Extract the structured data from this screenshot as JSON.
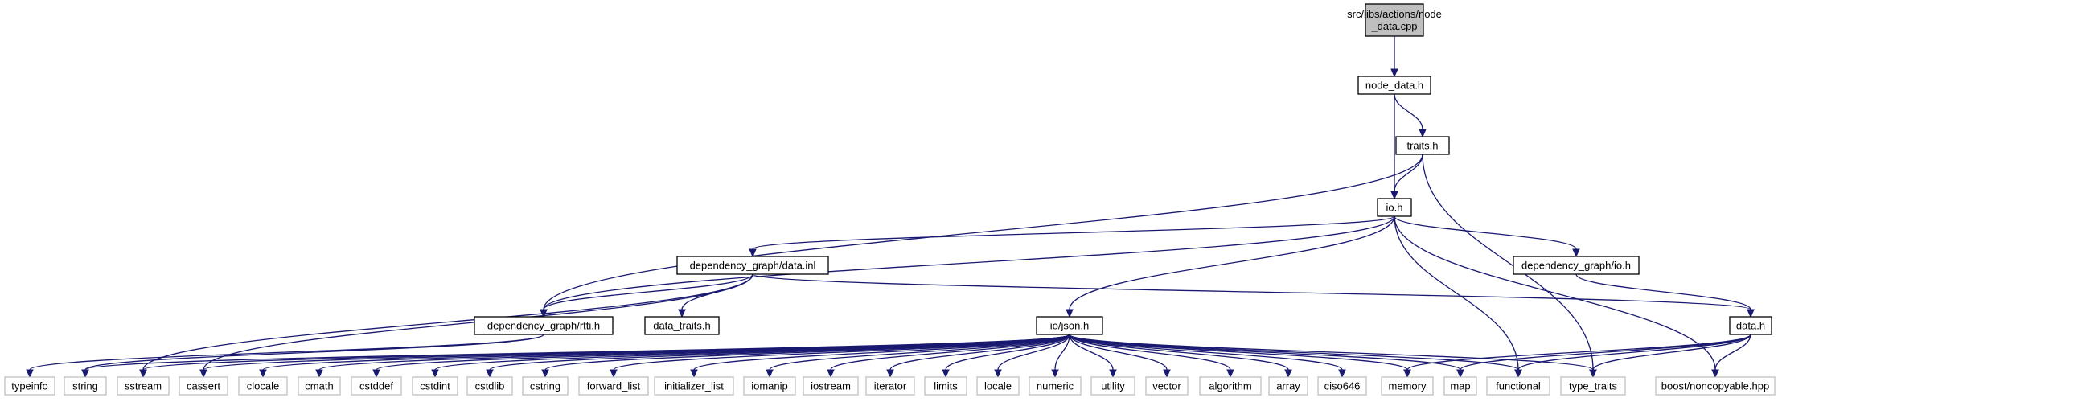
{
  "diagram": {
    "nodes": [
      {
        "id": "root",
        "label": [
          "src/libs/actions/node",
          "_data.cpp"
        ],
        "kind": "root"
      },
      {
        "id": "node_data",
        "label": [
          "node_data.h"
        ],
        "kind": "local"
      },
      {
        "id": "traits",
        "label": [
          "traits.h"
        ],
        "kind": "local"
      },
      {
        "id": "io",
        "label": [
          "io.h"
        ],
        "kind": "local"
      },
      {
        "id": "dg_data_inl",
        "label": [
          "dependency_graph/data.inl"
        ],
        "kind": "local"
      },
      {
        "id": "dg_io",
        "label": [
          "dependency_graph/io.h"
        ],
        "kind": "local"
      },
      {
        "id": "dg_rtti",
        "label": [
          "dependency_graph/rtti.h"
        ],
        "kind": "local"
      },
      {
        "id": "data_traits",
        "label": [
          "data_traits.h"
        ],
        "kind": "local"
      },
      {
        "id": "io_json",
        "label": [
          "io/json.h"
        ],
        "kind": "local"
      },
      {
        "id": "data",
        "label": [
          "data.h"
        ],
        "kind": "local"
      },
      {
        "id": "typeinfo",
        "label": [
          "typeinfo"
        ],
        "kind": "system"
      },
      {
        "id": "string",
        "label": [
          "string"
        ],
        "kind": "system"
      },
      {
        "id": "sstream",
        "label": [
          "sstream"
        ],
        "kind": "system"
      },
      {
        "id": "cassert",
        "label": [
          "cassert"
        ],
        "kind": "system"
      },
      {
        "id": "clocale",
        "label": [
          "clocale"
        ],
        "kind": "system"
      },
      {
        "id": "cmath",
        "label": [
          "cmath"
        ],
        "kind": "system"
      },
      {
        "id": "cstddef",
        "label": [
          "cstddef"
        ],
        "kind": "system"
      },
      {
        "id": "cstdint",
        "label": [
          "cstdint"
        ],
        "kind": "system"
      },
      {
        "id": "cstdlib",
        "label": [
          "cstdlib"
        ],
        "kind": "system"
      },
      {
        "id": "cstring",
        "label": [
          "cstring"
        ],
        "kind": "system"
      },
      {
        "id": "forward_list",
        "label": [
          "forward_list"
        ],
        "kind": "system"
      },
      {
        "id": "initializer_list",
        "label": [
          "initializer_list"
        ],
        "kind": "system"
      },
      {
        "id": "iomanip",
        "label": [
          "iomanip"
        ],
        "kind": "system"
      },
      {
        "id": "iostream",
        "label": [
          "iostream"
        ],
        "kind": "system"
      },
      {
        "id": "iterator",
        "label": [
          "iterator"
        ],
        "kind": "system"
      },
      {
        "id": "limits",
        "label": [
          "limits"
        ],
        "kind": "system"
      },
      {
        "id": "locale",
        "label": [
          "locale"
        ],
        "kind": "system"
      },
      {
        "id": "numeric",
        "label": [
          "numeric"
        ],
        "kind": "system"
      },
      {
        "id": "utility",
        "label": [
          "utility"
        ],
        "kind": "system"
      },
      {
        "id": "vector",
        "label": [
          "vector"
        ],
        "kind": "system"
      },
      {
        "id": "algorithm",
        "label": [
          "algorithm"
        ],
        "kind": "system"
      },
      {
        "id": "array",
        "label": [
          "array"
        ],
        "kind": "system"
      },
      {
        "id": "ciso646",
        "label": [
          "ciso646"
        ],
        "kind": "system"
      },
      {
        "id": "memory",
        "label": [
          "memory"
        ],
        "kind": "system"
      },
      {
        "id": "map",
        "label": [
          "map"
        ],
        "kind": "system"
      },
      {
        "id": "functional",
        "label": [
          "functional"
        ],
        "kind": "system"
      },
      {
        "id": "type_traits",
        "label": [
          "type_traits"
        ],
        "kind": "system"
      },
      {
        "id": "boost_noncopyable",
        "label": [
          "boost/noncopyable.hpp"
        ],
        "kind": "system"
      }
    ],
    "edges": [
      [
        "root",
        "node_data"
      ],
      [
        "node_data",
        "traits"
      ],
      [
        "node_data",
        "io"
      ],
      [
        "traits",
        "io"
      ],
      [
        "traits",
        "dg_rtti"
      ],
      [
        "traits",
        "type_traits"
      ],
      [
        "io",
        "dg_data_inl"
      ],
      [
        "io",
        "dg_io"
      ],
      [
        "io",
        "dg_rtti"
      ],
      [
        "io",
        "io_json"
      ],
      [
        "io",
        "functional"
      ],
      [
        "io",
        "boost_noncopyable"
      ],
      [
        "dg_data_inl",
        "dg_rtti"
      ],
      [
        "dg_data_inl",
        "data_traits"
      ],
      [
        "dg_data_inl",
        "data"
      ],
      [
        "dg_data_inl",
        "sstream"
      ],
      [
        "dg_data_inl",
        "cassert"
      ],
      [
        "dg_io",
        "data"
      ],
      [
        "dg_rtti",
        "typeinfo"
      ],
      [
        "dg_rtti",
        "string"
      ],
      [
        "io_json",
        "string"
      ],
      [
        "io_json",
        "sstream"
      ],
      [
        "io_json",
        "cassert"
      ],
      [
        "io_json",
        "clocale"
      ],
      [
        "io_json",
        "cmath"
      ],
      [
        "io_json",
        "cstddef"
      ],
      [
        "io_json",
        "cstdint"
      ],
      [
        "io_json",
        "cstdlib"
      ],
      [
        "io_json",
        "cstring"
      ],
      [
        "io_json",
        "forward_list"
      ],
      [
        "io_json",
        "initializer_list"
      ],
      [
        "io_json",
        "iomanip"
      ],
      [
        "io_json",
        "iostream"
      ],
      [
        "io_json",
        "iterator"
      ],
      [
        "io_json",
        "limits"
      ],
      [
        "io_json",
        "locale"
      ],
      [
        "io_json",
        "numeric"
      ],
      [
        "io_json",
        "utility"
      ],
      [
        "io_json",
        "vector"
      ],
      [
        "io_json",
        "algorithm"
      ],
      [
        "io_json",
        "array"
      ],
      [
        "io_json",
        "ciso646"
      ],
      [
        "io_json",
        "memory"
      ],
      [
        "io_json",
        "map"
      ],
      [
        "io_json",
        "functional"
      ],
      [
        "io_json",
        "type_traits"
      ],
      [
        "data",
        "memory"
      ],
      [
        "data",
        "map"
      ],
      [
        "data",
        "functional"
      ],
      [
        "data",
        "type_traits"
      ],
      [
        "data",
        "boost_noncopyable"
      ]
    ]
  }
}
